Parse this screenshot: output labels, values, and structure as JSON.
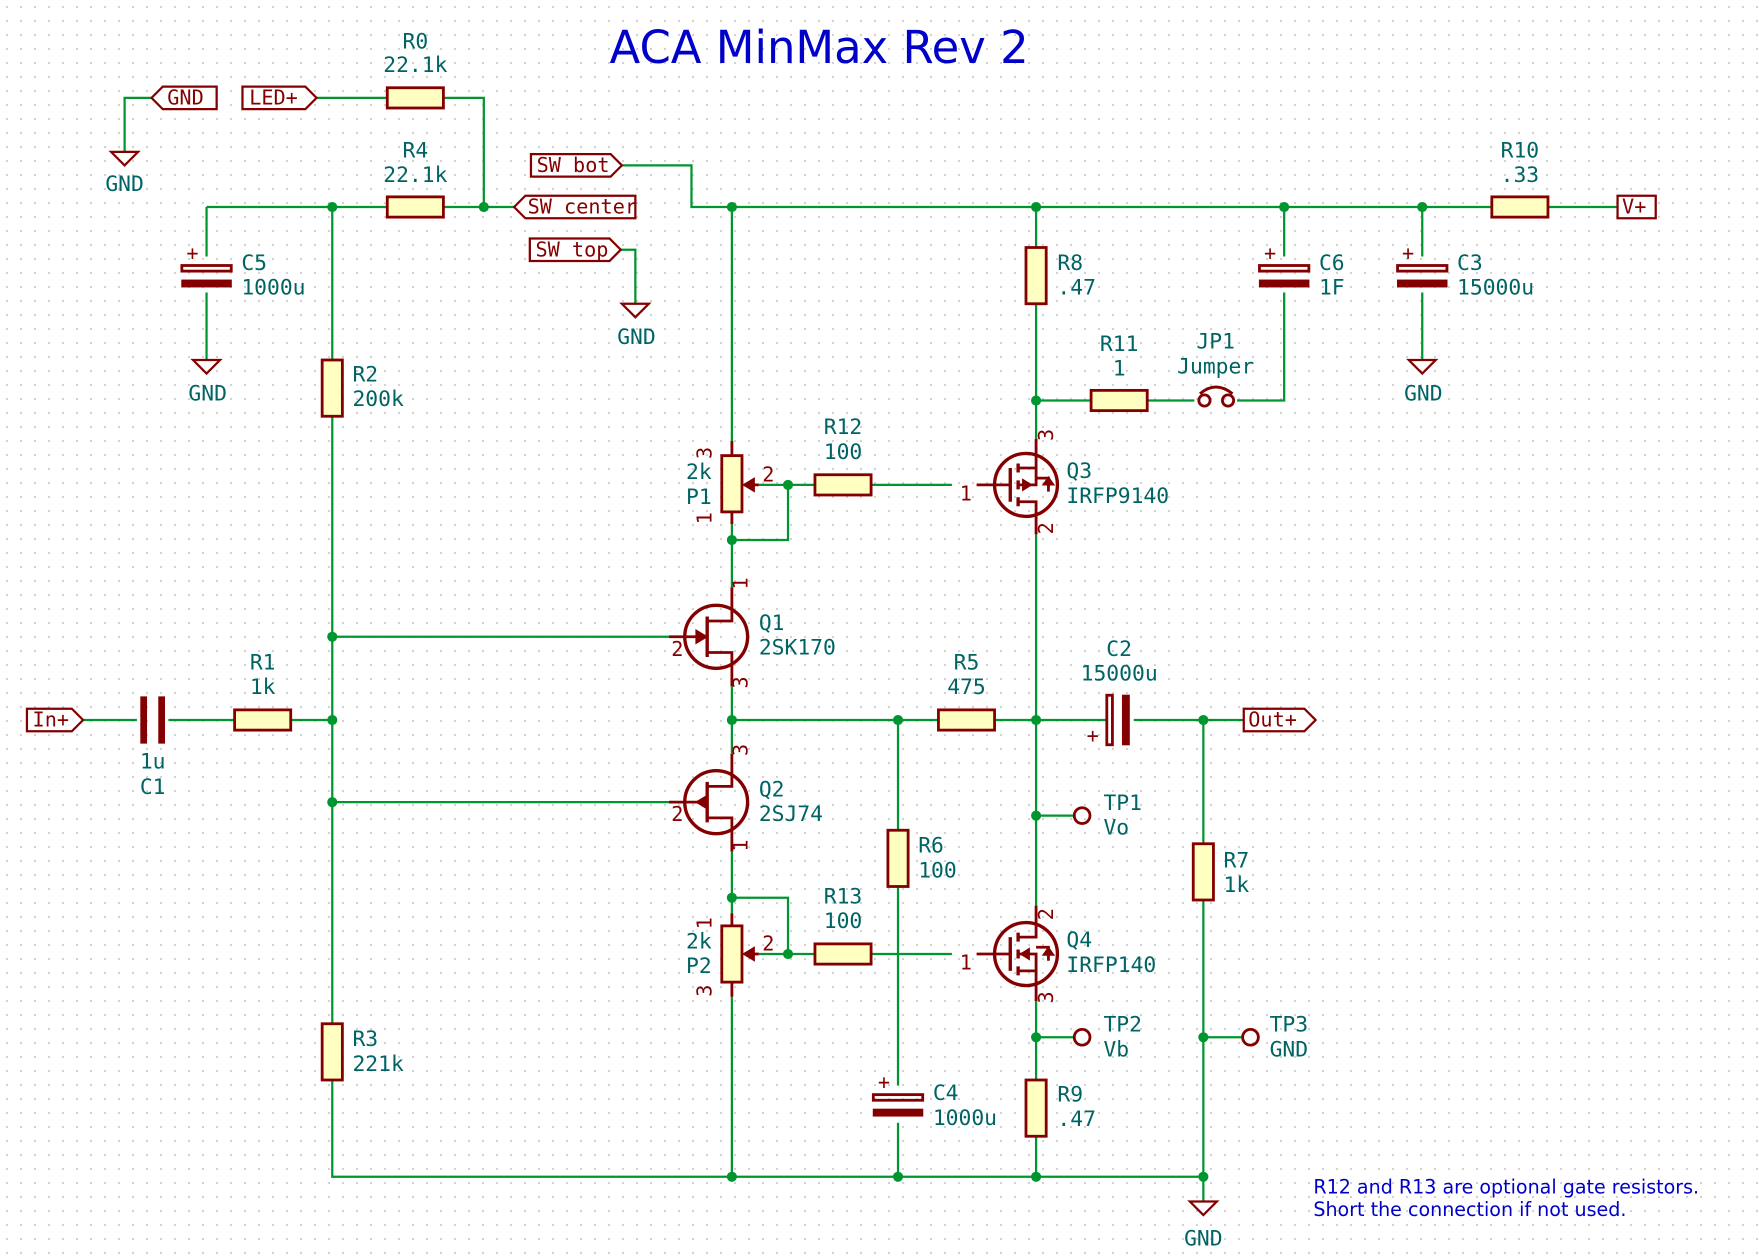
{
  "title": "ACA MinMax Rev 2",
  "note_lines": [
    "R12 and R13 are optional gate resistors.",
    "Short the connection if not used."
  ],
  "components": {
    "R0": {
      "ref": "R0",
      "value": "22.1k"
    },
    "R4": {
      "ref": "R4",
      "value": "22.1k"
    },
    "R10": {
      "ref": "R10",
      "value": ".33"
    },
    "C5": {
      "ref": "C5",
      "value": "1000u"
    },
    "C6": {
      "ref": "C6",
      "value": "1F"
    },
    "C3": {
      "ref": "C3",
      "value": "15000u"
    },
    "R8": {
      "ref": "R8",
      "value": ".47"
    },
    "R2": {
      "ref": "R2",
      "value": "200k"
    },
    "R11": {
      "ref": "R11",
      "value": "1"
    },
    "JP1": {
      "ref": "JP1",
      "value": "Jumper"
    },
    "R12": {
      "ref": "R12",
      "value": "100"
    },
    "P1": {
      "ref": "P1",
      "value": "2k"
    },
    "Q3": {
      "ref": "Q3",
      "value": "IRFP9140"
    },
    "Q1": {
      "ref": "Q1",
      "value": "2SK170"
    },
    "R1": {
      "ref": "R1",
      "value": "1k"
    },
    "C1": {
      "ref": "C1",
      "value": "1u"
    },
    "R5": {
      "ref": "R5",
      "value": "475"
    },
    "C2": {
      "ref": "C2",
      "value": "15000u"
    },
    "Q2": {
      "ref": "Q2",
      "value": "2SJ74"
    },
    "TP1": {
      "ref": "TP1",
      "value": "Vo"
    },
    "R6": {
      "ref": "R6",
      "value": "100"
    },
    "R7": {
      "ref": "R7",
      "value": "1k"
    },
    "R13": {
      "ref": "R13",
      "value": "100"
    },
    "P2": {
      "ref": "P2",
      "value": "2k"
    },
    "Q4": {
      "ref": "Q4",
      "value": "IRFP140"
    },
    "TP2": {
      "ref": "TP2",
      "value": "Vb"
    },
    "TP3": {
      "ref": "TP3",
      "value": "GND"
    },
    "R3": {
      "ref": "R3",
      "value": "221k"
    },
    "C4": {
      "ref": "C4",
      "value": "1000u"
    },
    "R9": {
      "ref": "R9",
      "value": ".47"
    }
  },
  "labels": {
    "gnd_label": "GND",
    "led_plus": "LED+",
    "sw_bot": "SW_bot",
    "sw_center": "SW_center",
    "sw_top": "SW_top",
    "v_plus": "V+",
    "in_plus": "In+",
    "out_plus": "Out+"
  },
  "power_symbol_text": "GND",
  "pin_numbers": {
    "one": "1",
    "two": "2",
    "three": "3"
  },
  "plus_mark": "+",
  "colors": {
    "wire": "#00962f",
    "symbol": "#840000",
    "text": "#006464",
    "title": "#0000c8",
    "body_fill": "#ffffc2"
  }
}
